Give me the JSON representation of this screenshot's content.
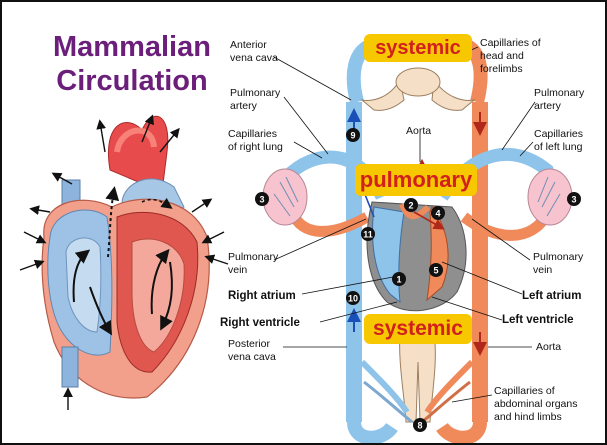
{
  "title": {
    "line1": "Mammalian",
    "line2": "Circulation"
  },
  "tags": {
    "systemic_top": "systemic",
    "pulmonary": "pulmonary",
    "systemic_bottom": "systemic"
  },
  "labels": {
    "anterior_vena_cava_1": "Anterior",
    "anterior_vena_cava_2": "vena cava",
    "pulmonary_artery_left_1": "Pulmonary",
    "pulmonary_artery_left_2": "artery",
    "capillaries_right_lung_1": "Capillaries",
    "capillaries_right_lung_2": "of right lung",
    "aorta_top": "Aorta",
    "pulmonary_vein_left_1": "Pulmonary",
    "pulmonary_vein_left_2": "vein",
    "right_atrium": "Right atrium",
    "right_ventricle": "Right ventricle",
    "posterior_vena_cava_1": "Posterior",
    "posterior_vena_cava_2": "vena cava",
    "capillaries_head_1": "Capillaries of",
    "capillaries_head_2": "head and",
    "capillaries_head_3": "forelimbs",
    "pulmonary_artery_right_1": "Pulmonary",
    "pulmonary_artery_right_2": "artery",
    "capillaries_left_lung_1": "Capillaries",
    "capillaries_left_lung_2": "of left lung",
    "pulmonary_vein_right_1": "Pulmonary",
    "pulmonary_vein_right_2": "vein",
    "left_atrium": "Left atrium",
    "left_ventricle": "Left ventricle",
    "aorta_bottom": "Aorta",
    "capillaries_abdominal_1": "Capillaries of",
    "capillaries_abdominal_2": "abdominal organs",
    "capillaries_abdominal_3": "and hind limbs"
  },
  "numbers": {
    "n1": "1",
    "n2": "2",
    "n3a": "3",
    "n3b": "3",
    "n4": "4",
    "n5": "5",
    "n8": "8",
    "n9": "9",
    "n10": "10",
    "n11": "11"
  },
  "colors": {
    "title": "#6b1f7a",
    "tag_bg": "#f7c700",
    "tag_text": "#d2201e",
    "oxygen_poor": "#8ec3ea",
    "oxygen_rich": "#f08a5b"
  }
}
